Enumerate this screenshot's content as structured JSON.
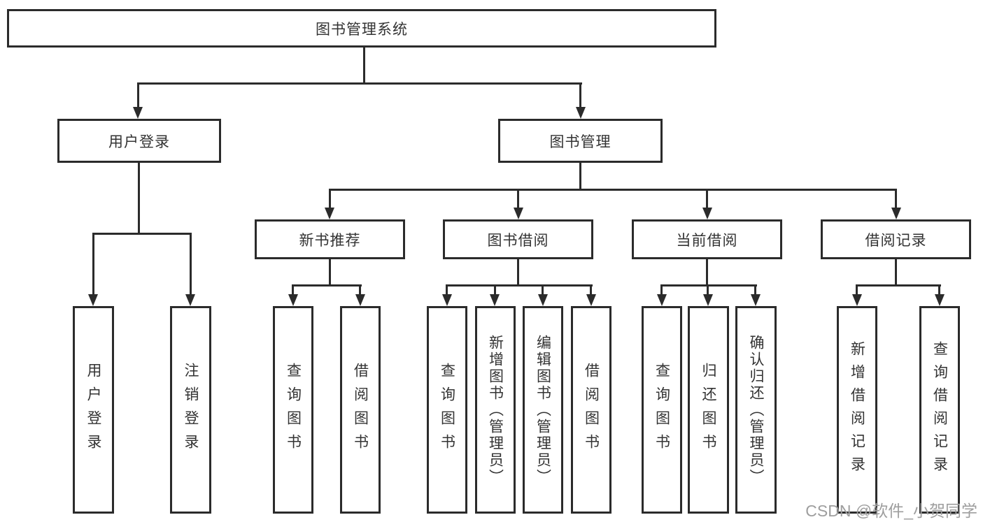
{
  "diagram": {
    "root_label": "图书管理系统",
    "branches": [
      {
        "label": "用户登录",
        "leaves": [
          "用户登录",
          "注销登录"
        ]
      },
      {
        "label": "图书管理",
        "groups": [
          {
            "label": "新书推荐",
            "leaves": [
              "查询图书",
              "借阅图书"
            ]
          },
          {
            "label": "图书借阅",
            "leaves": [
              "查询图书",
              "新增图书（管理员）",
              "编辑图书（管理员）",
              "借阅图书"
            ]
          },
          {
            "label": "当前借阅",
            "leaves": [
              "查询图书",
              "归还图书",
              "确认归还（管理员）"
            ]
          },
          {
            "label": "借阅记录",
            "leaves": [
              "新增借阅记录",
              "查询借阅记录"
            ]
          }
        ]
      }
    ],
    "colors": {
      "line": "#2b2b2b",
      "text": "#333333",
      "watermark": "#9e9e9e"
    }
  },
  "watermark": "CSDN @软件_小贺同学"
}
